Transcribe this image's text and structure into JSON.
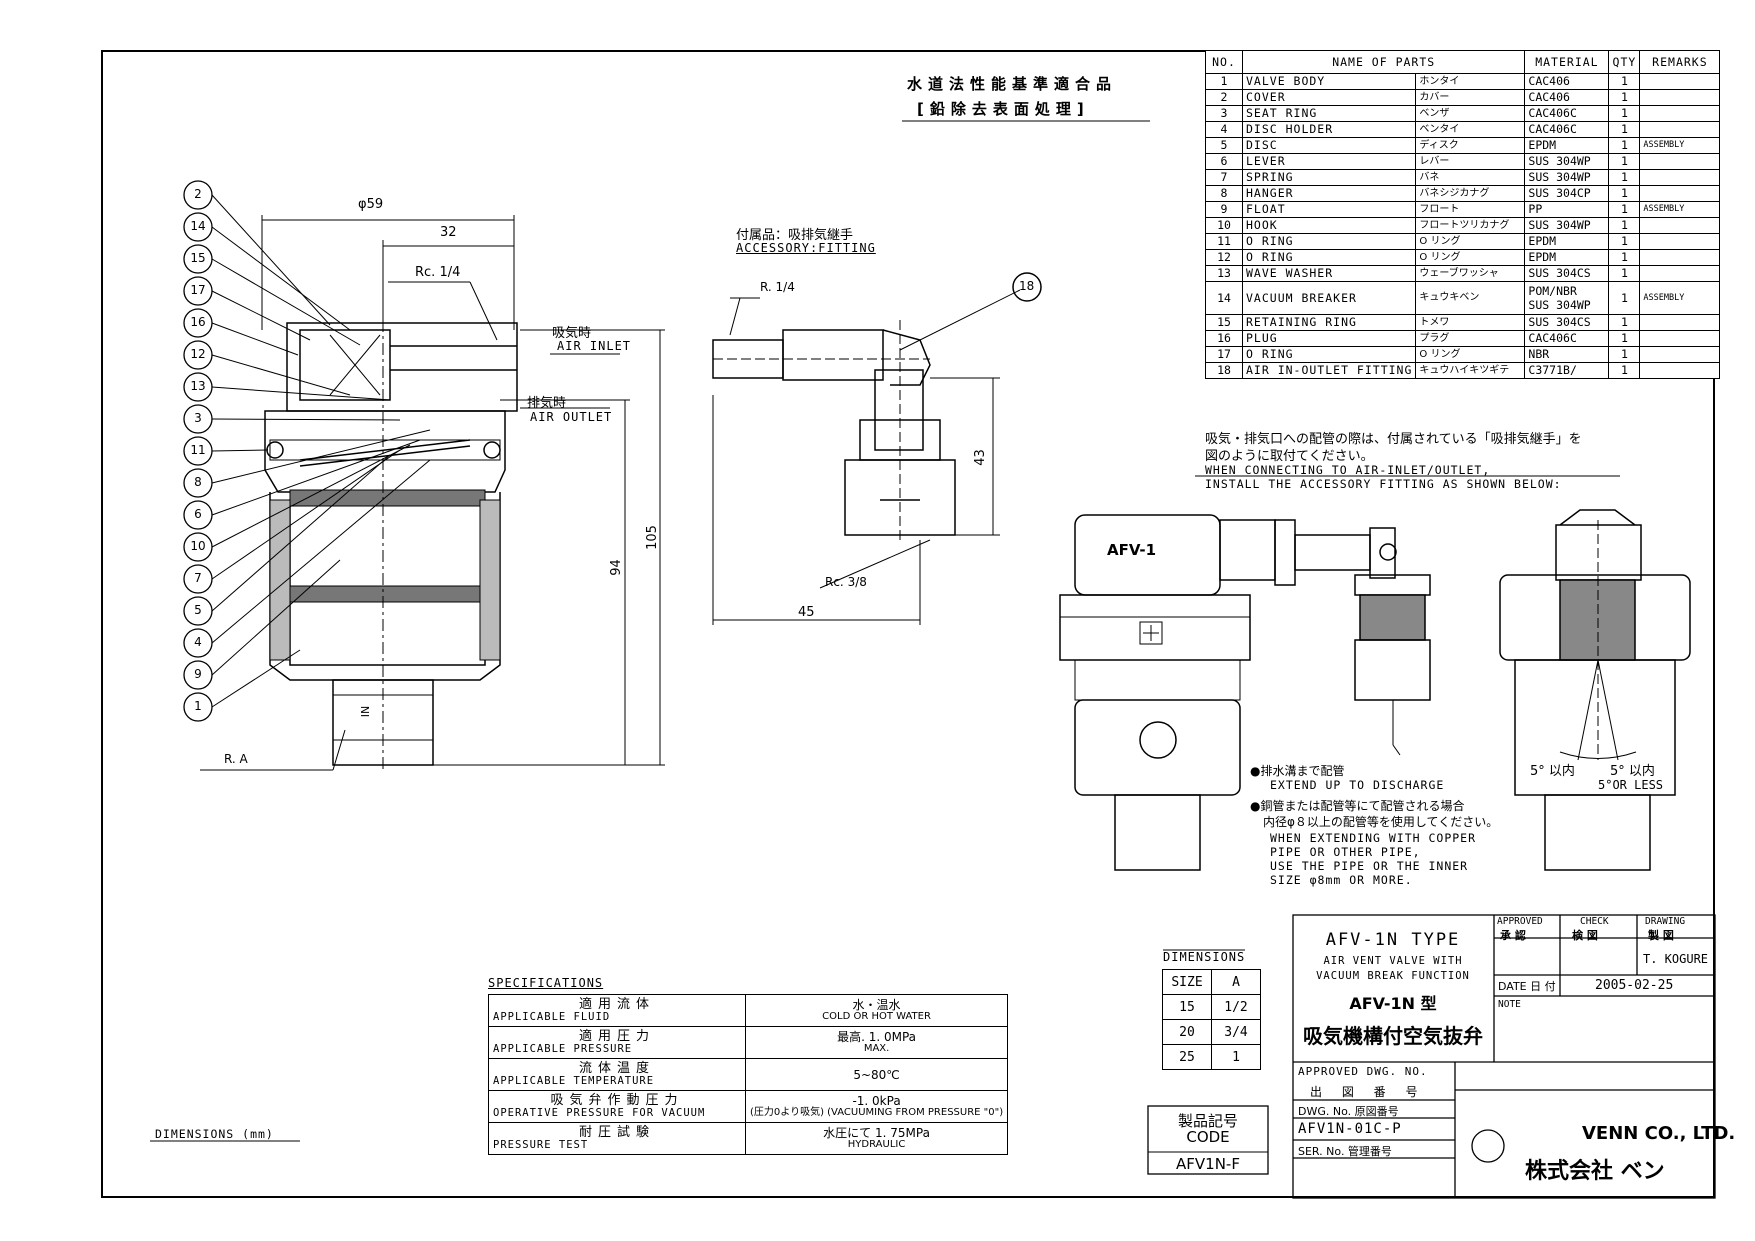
{
  "header_jp": {
    "line1": "水道法性能基準適合品",
    "line2": "[鉛除去表面処理]"
  },
  "parts_table": {
    "headers": [
      "NO.",
      "NAME OF PARTS",
      "MATERIAL",
      "QTY",
      "REMARKS"
    ],
    "rows": [
      {
        "no": "1",
        "name": "VALVE BODY",
        "jp": "ホンタイ",
        "material": "CAC406",
        "qty": "1",
        "remarks": ""
      },
      {
        "no": "2",
        "name": "COVER",
        "jp": "カバー",
        "material": "CAC406",
        "qty": "1",
        "remarks": ""
      },
      {
        "no": "3",
        "name": "SEAT RING",
        "jp": "ベンザ",
        "material": "CAC406C",
        "qty": "1",
        "remarks": ""
      },
      {
        "no": "4",
        "name": "DISC HOLDER",
        "jp": "ベンタイ",
        "material": "CAC406C",
        "qty": "1",
        "remarks": ""
      },
      {
        "no": "5",
        "name": "DISC",
        "jp": "ディスク",
        "material": "EPDM",
        "qty": "1",
        "remarks": "ASSEMBLY"
      },
      {
        "no": "6",
        "name": "LEVER",
        "jp": "レバー",
        "material": "SUS 304WP",
        "qty": "1",
        "remarks": ""
      },
      {
        "no": "7",
        "name": "SPRING",
        "jp": "バネ",
        "material": "SUS 304WP",
        "qty": "1",
        "remarks": ""
      },
      {
        "no": "8",
        "name": "HANGER",
        "jp": "バネシジカナグ",
        "material": "SUS 304CP",
        "qty": "1",
        "remarks": ""
      },
      {
        "no": "9",
        "name": "FLOAT",
        "jp": "フロート",
        "material": "PP",
        "qty": "1",
        "remarks": "ASSEMBLY"
      },
      {
        "no": "10",
        "name": "HOOK",
        "jp": "フロートツリカナグ",
        "material": "SUS 304WP",
        "qty": "1",
        "remarks": ""
      },
      {
        "no": "11",
        "name": "O RING",
        "jp": "O リング",
        "material": "EPDM",
        "qty": "1",
        "remarks": ""
      },
      {
        "no": "12",
        "name": "O RING",
        "jp": "O リング",
        "material": "EPDM",
        "qty": "1",
        "remarks": ""
      },
      {
        "no": "13",
        "name": "WAVE WASHER",
        "jp": "ウェーブワッシャ",
        "material": "SUS 304CS",
        "qty": "1",
        "remarks": ""
      },
      {
        "no": "14",
        "name": "VACUUM BREAKER",
        "jp": "キュウキベン",
        "material": "POM/NBR",
        "material2": "SUS 304WP",
        "qty": "1",
        "remarks": "ASSEMBLY"
      },
      {
        "no": "15",
        "name": "RETAINING RING",
        "jp": "トメワ",
        "material": "SUS 304CS",
        "qty": "1",
        "remarks": ""
      },
      {
        "no": "16",
        "name": "PLUG",
        "jp": "プラグ",
        "material": "CAC406C",
        "qty": "1",
        "remarks": ""
      },
      {
        "no": "17",
        "name": "O RING",
        "jp": "O リング",
        "material": "NBR",
        "qty": "1",
        "remarks": ""
      },
      {
        "no": "18",
        "name": "AIR IN-OUTLET FITTING",
        "jp": "キュウハイキツギテ",
        "material": "C3771B/",
        "qty": "1",
        "remarks": ""
      }
    ]
  },
  "section_view": {
    "balloons": [
      "2",
      "14",
      "15",
      "17",
      "16",
      "12",
      "13",
      "3",
      "11",
      "8",
      "6",
      "10",
      "7",
      "5",
      "4",
      "9",
      "1"
    ],
    "dim_phi59": "φ59",
    "dim_32": "32",
    "rc14": "Rc. 1/4",
    "inlet_jp": "吸気時",
    "inlet_en": "AIR INLET",
    "outlet_jp": "排気時",
    "outlet_en": "AIR OUTLET",
    "dim_94": "94",
    "dim_105": "105",
    "ra": "R. A",
    "in_mark": "IN"
  },
  "fitting_view": {
    "title_jp": "付属品：吸排気継手",
    "title_en": "ACCESSORY:FITTING",
    "r14": "R. 1/4",
    "balloon": "18",
    "dim_43": "43",
    "rc38": "Rc. 3/8",
    "dim_45": "45"
  },
  "connect_note": {
    "jp1": "吸気・排気口への配管の際は、付属されている「吸排気継手」を",
    "jp2": "図のように取付てください。",
    "en1": "WHEN CONNECTING TO AIR-INLET/OUTLET,",
    "en2": "INSTALL THE ACCESSORY FITTING AS SHOWN BELOW:"
  },
  "assembly_view": {
    "body_label": "AFV-1",
    "note1_jp": "●排水溝まで配管",
    "note1_en": "EXTEND UP TO DISCHARGE",
    "note2_jp1": "●銅管または配管等にて配管される場合",
    "note2_jp2": "内径φ８以上の配管等を使用してください。",
    "note2_en1": "WHEN EXTENDING WITH COPPER",
    "note2_en2": "PIPE OR OTHER PIPE,",
    "note2_en3": "USE THE PIPE OR THE INNER",
    "note2_en4": "SIZE φ8mm OR MORE.",
    "angle_left": "5° 以内",
    "angle_right": "5° 以内",
    "angle_en": "5°OR LESS"
  },
  "specifications": {
    "title": "SPECIFICATIONS",
    "rows": [
      {
        "jp": "適用流体",
        "en": "APPLICABLE FLUID",
        "v1": "水・温水",
        "v2": "COLD OR HOT WATER"
      },
      {
        "jp": "適用圧力",
        "en": "APPLICABLE PRESSURE",
        "v1": "最高. 1. 0MPa",
        "v2": "MAX."
      },
      {
        "jp": "流体温度",
        "en": "APPLICABLE TEMPERATURE",
        "v1": "5~80℃",
        "v2": ""
      },
      {
        "jp": "吸気弁作動圧力",
        "en": "OPERATIVE PRESSURE FOR VACUUM",
        "v1": "-1. 0kPa",
        "v2": "(圧力0より吸気) (VACUUMING FROM PRESSURE \"0\")"
      },
      {
        "jp": "耐圧試験",
        "en": "PRESSURE TEST",
        "v1": "水圧にて 1. 75MPa",
        "v2": "HYDRAULIC"
      }
    ]
  },
  "dimensions_table": {
    "title": "DIMENSIONS",
    "headers": [
      "SIZE",
      "A"
    ],
    "rows": [
      [
        "15",
        "1/2"
      ],
      [
        "20",
        "3/4"
      ],
      [
        "25",
        "1"
      ]
    ]
  },
  "code_box": {
    "jp": "製品記号",
    "en": "CODE",
    "value": "AFV1N-F"
  },
  "dimensions_note": "DIMENSIONS (mm)",
  "title_block": {
    "type_en": "AFV-1N TYPE",
    "desc1": "AIR VENT VALVE WITH",
    "desc2": "VACUUM BREAK FUNCTION",
    "type_jp": "AFV-1N 型",
    "name_jp": "吸気機構付空気抜弁",
    "approved_en": "APPROVED",
    "approved_jp": "承 認",
    "check_en": "CHECK",
    "check_jp": "検 図",
    "drawing_en": "DRAWING",
    "drawing_jp": "製 図",
    "drawer": "T. KOGURE",
    "date_label": "DATE 日 付",
    "date": "2005-02-25",
    "note_label": "NOTE",
    "approved_dwg_en": "APPROVED DWG. NO.",
    "approved_dwg_jp": "出 図 番 号",
    "dwg_no_label": "DWG. No. 原図番号",
    "dwg_no": "AFV1N-01C-P",
    "ser_no_label": "SER. No. 管理番号",
    "company_en": "VENN CO., LTD.",
    "company_jp": "株式会社 ベン"
  },
  "colors": {
    "ink": "#000000",
    "paper": "#ffffff"
  }
}
